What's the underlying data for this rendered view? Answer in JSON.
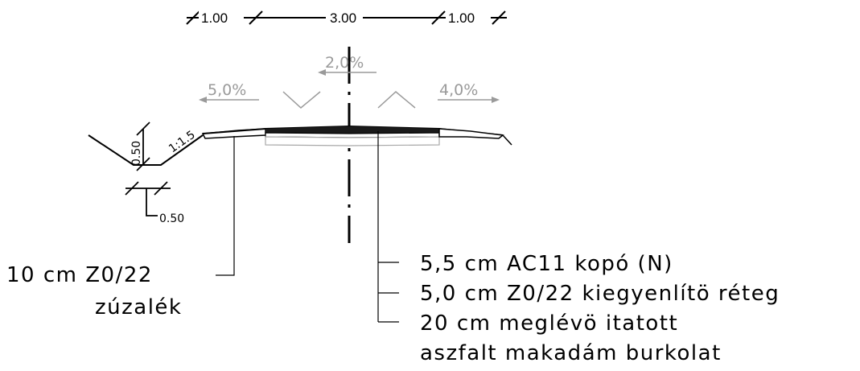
{
  "dimensions": {
    "left_width": "1.00",
    "center_width": "3.00",
    "right_width": "1.00",
    "ditch_depth": "0.50",
    "ditch_bottom": "0.50",
    "embankment_ratio": "1:1.5"
  },
  "slopes": {
    "left": "5,0%",
    "center": "2,0%",
    "right": "4,0%"
  },
  "legend": {
    "left_line1": "10 cm Z0/22",
    "left_line2": "zúzalék",
    "right_line1": "5,5 cm AC11 kopó (N)",
    "right_line2": "5,0 cm Z0/22 kiegyenlítö réteg",
    "right_line3": "20 cm meglévö itatott",
    "right_line4": "aszfalt makadám burkolat"
  }
}
